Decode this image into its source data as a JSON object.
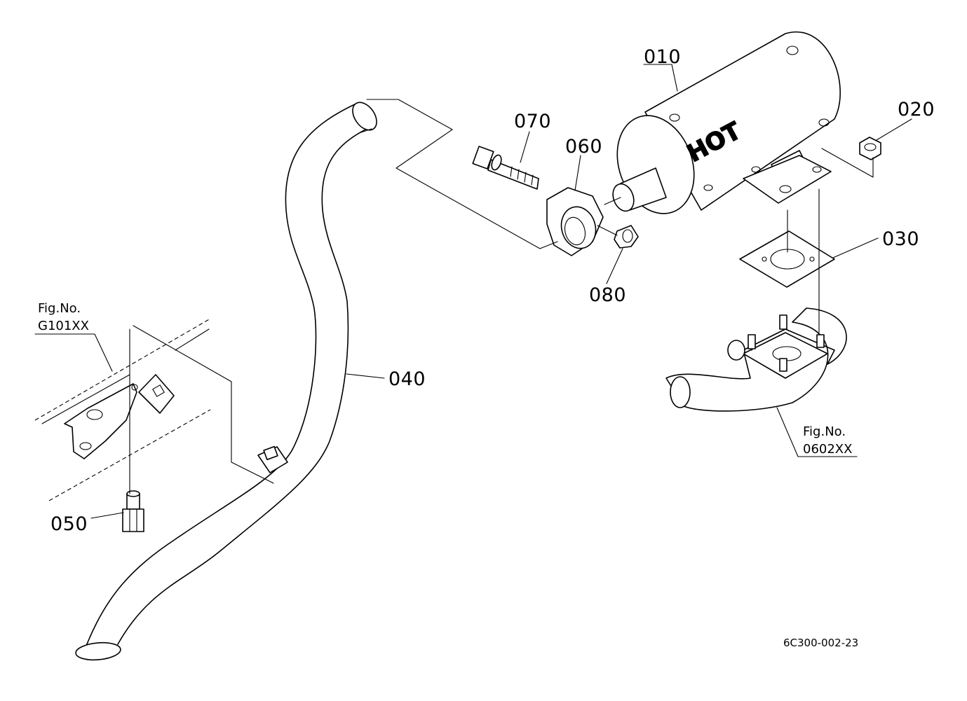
{
  "diagram": {
    "parts": {
      "p010": "010",
      "p020": "020",
      "p030": "030",
      "p040": "040",
      "p050": "050",
      "p060": "060",
      "p070": "070",
      "p080": "080"
    },
    "muffler_text": "HOT",
    "fig_refs": {
      "left": {
        "label": "Fig.No.",
        "code": "G101XX"
      },
      "right": {
        "label": "Fig.No.",
        "code": "0602XX"
      }
    },
    "drawing_code": "6C300-002-23"
  }
}
